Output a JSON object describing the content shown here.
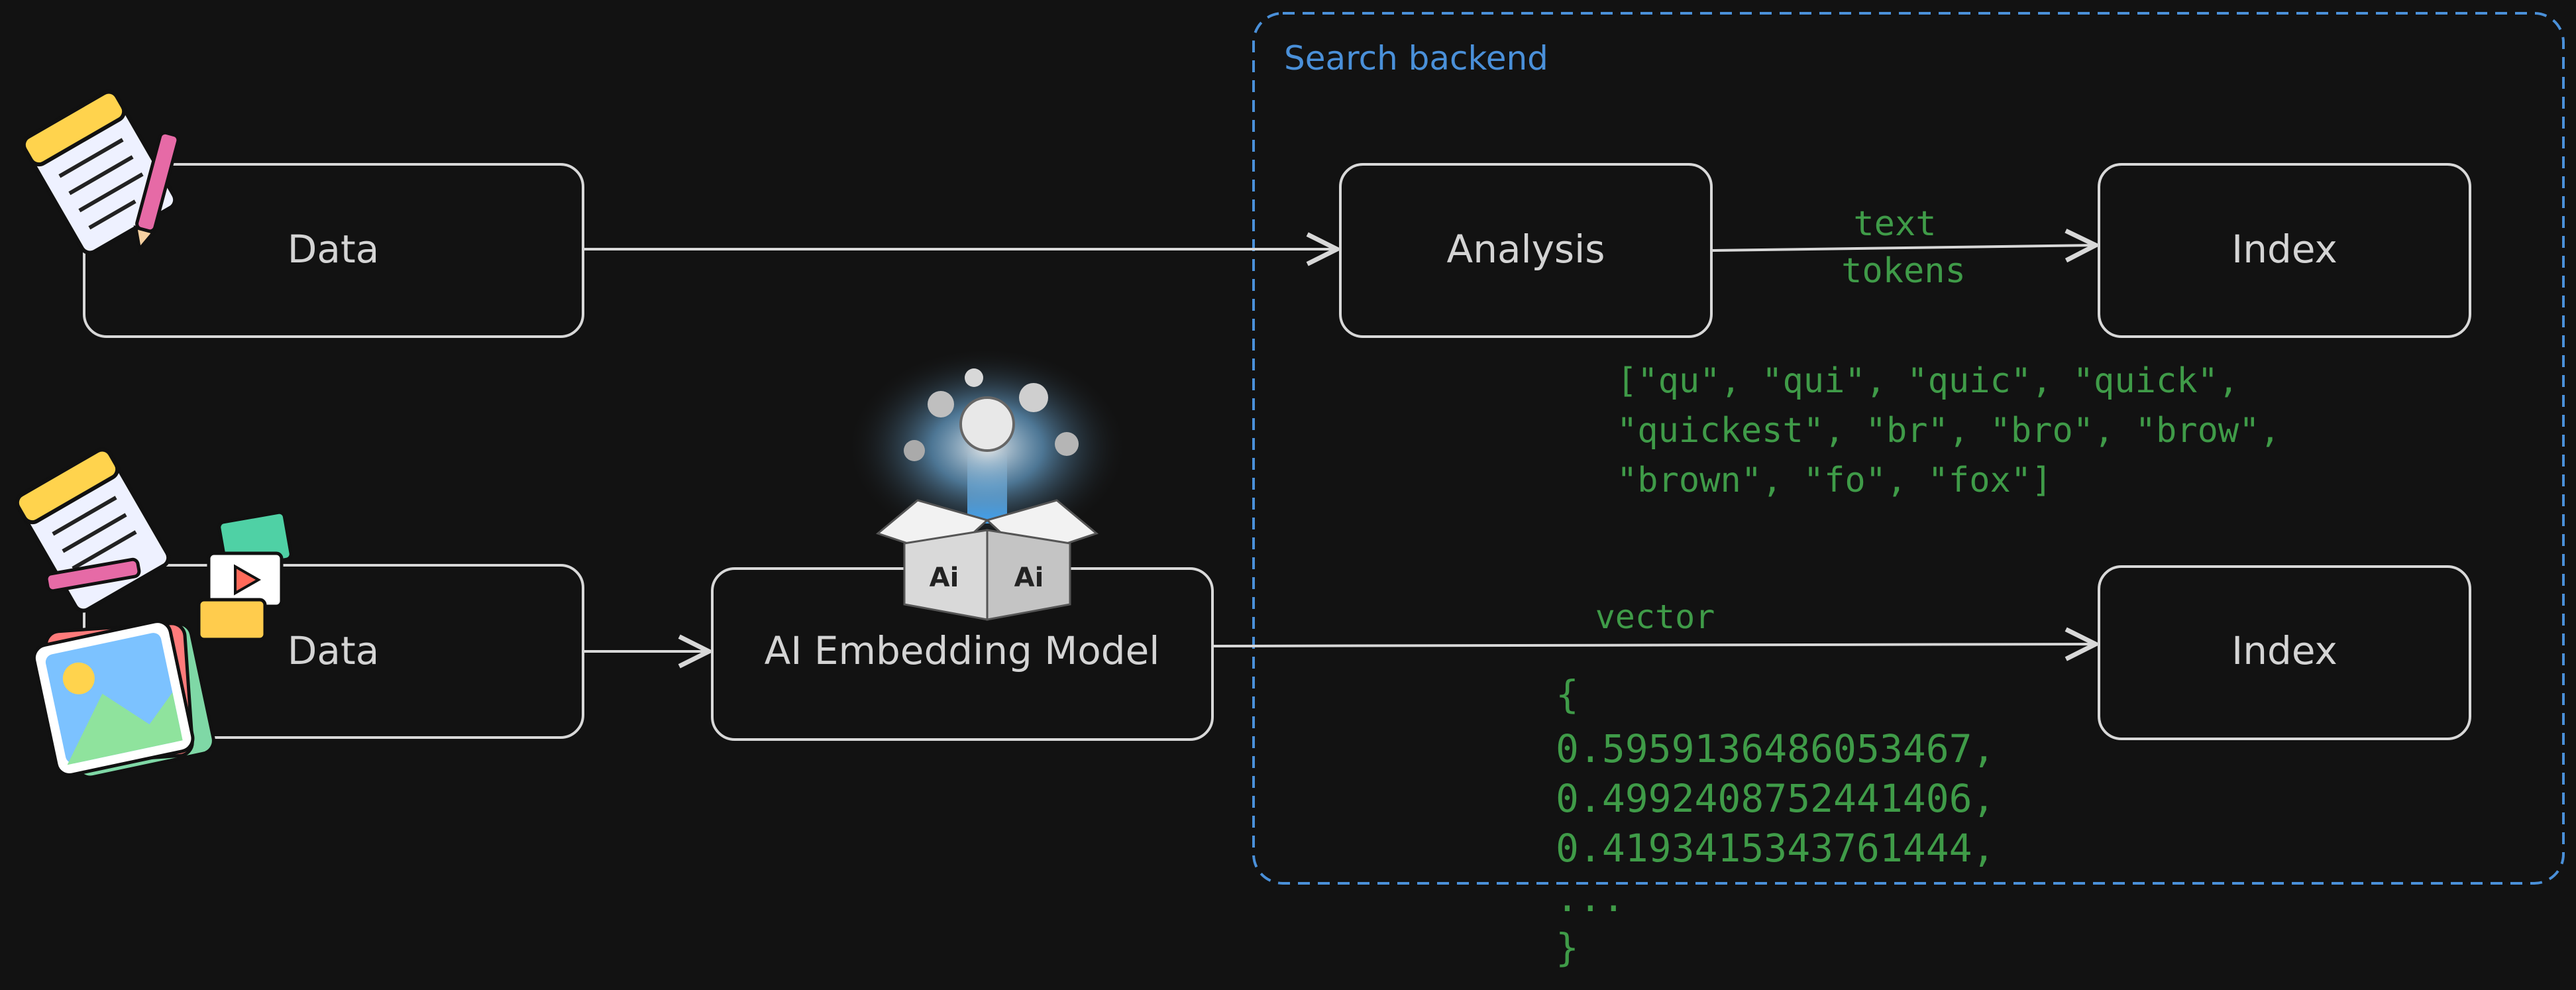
{
  "group": {
    "title": "Search backend"
  },
  "boxes": {
    "data_text": "Data",
    "data_media": "Data",
    "analysis": "Analysis",
    "index_text": "Index",
    "ai_model": "AI Embedding Model",
    "index_vector": "Index"
  },
  "edge_labels": {
    "text_tokens_line1": "text",
    "text_tokens_line2": "tokens",
    "vector": "vector"
  },
  "tokens_example": [
    "[\"qu\", \"qui\", \"quic\", \"quick\",",
    "\"quickest\", \"br\", \"bro\", \"brow\",",
    "\"brown\", \"fo\", \"fox\"]"
  ],
  "vector_example": [
    "{",
    "0.5959136486053467,",
    "0.4992408752441406,",
    "0.4193415343761444,",
    "...",
    "}"
  ],
  "box_labels_ai": [
    "Ai",
    "Ai"
  ],
  "colors": {
    "background": "#121212",
    "stroke": "#d8d8d8",
    "group_border": "#4a90d9",
    "label_green": "#3f9b48"
  },
  "icons": [
    "document-pencil-icon",
    "media-files-icon",
    "ai-open-box-icon"
  ]
}
